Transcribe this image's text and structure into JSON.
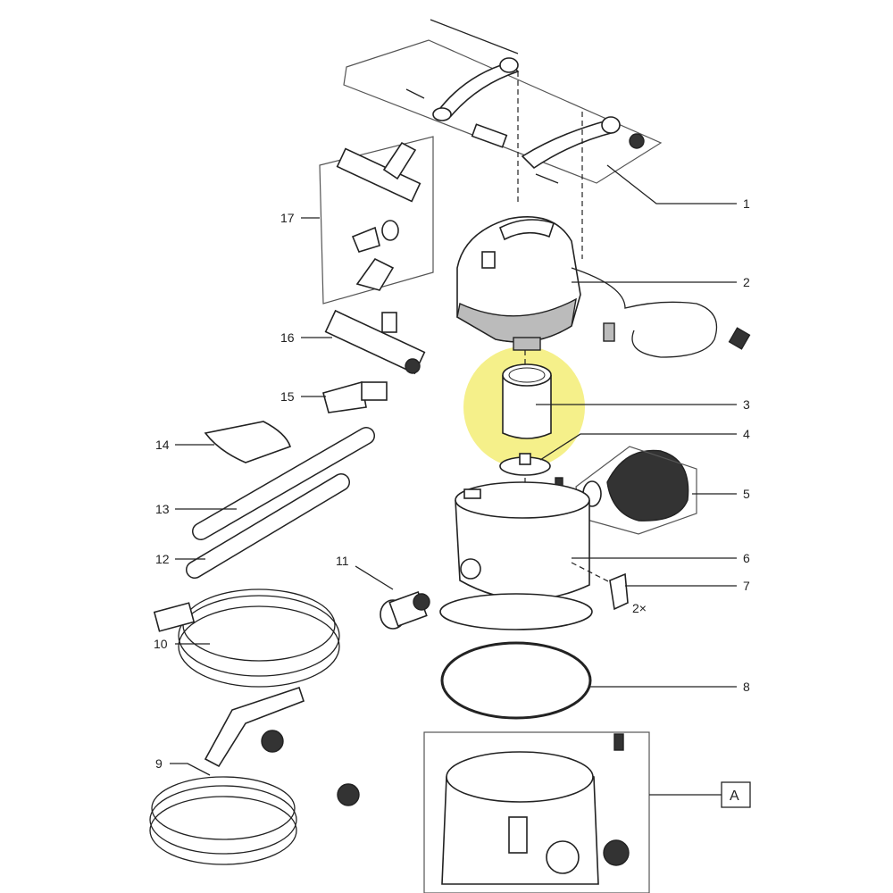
{
  "diagram": {
    "highlight_color": "#f5f08a",
    "callouts": [
      {
        "id": "1",
        "label": "1"
      },
      {
        "id": "2",
        "label": "2"
      },
      {
        "id": "3",
        "label": "3"
      },
      {
        "id": "4",
        "label": "4"
      },
      {
        "id": "5",
        "label": "5"
      },
      {
        "id": "6",
        "label": "6"
      },
      {
        "id": "7",
        "label": "7"
      },
      {
        "id": "8",
        "label": "8"
      },
      {
        "id": "9",
        "label": "9"
      },
      {
        "id": "10",
        "label": "10"
      },
      {
        "id": "11",
        "label": "11"
      },
      {
        "id": "12",
        "label": "12"
      },
      {
        "id": "13",
        "label": "13"
      },
      {
        "id": "14",
        "label": "14"
      },
      {
        "id": "15",
        "label": "15"
      },
      {
        "id": "16",
        "label": "16"
      },
      {
        "id": "17",
        "label": "17"
      }
    ],
    "quantity_note": "2×",
    "assembly_label": "A"
  }
}
